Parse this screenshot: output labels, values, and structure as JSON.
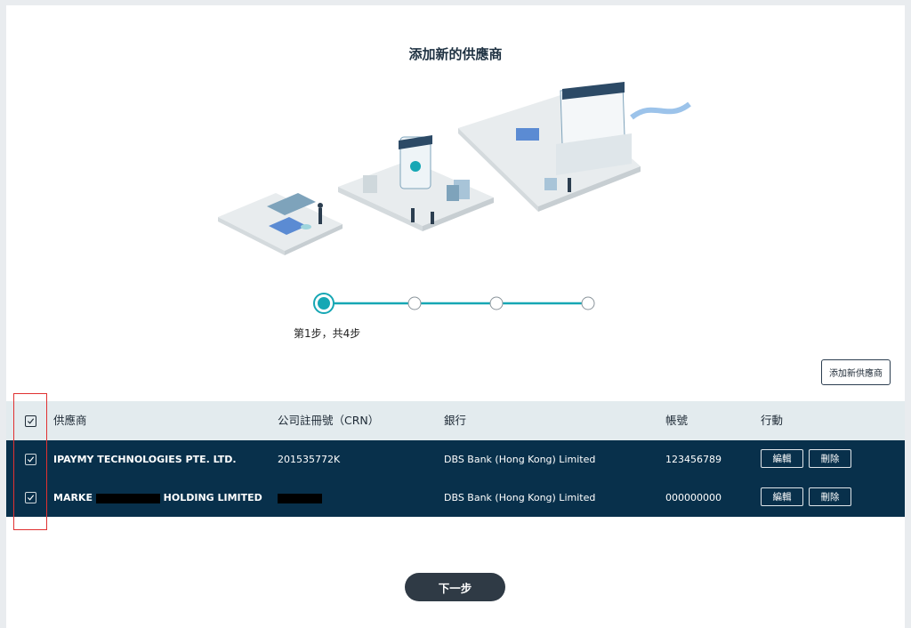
{
  "page": {
    "title": "添加新的供應商"
  },
  "stepper": {
    "caption": "第1步，共4步",
    "current": 1,
    "total": 4
  },
  "toolbar": {
    "add_label": "添加新供應商"
  },
  "table": {
    "headers": {
      "vendor": "供應商",
      "crn": "公司註冊號（CRN）",
      "bank": "銀行",
      "account": "帳號",
      "action": "行動"
    },
    "rows": [
      {
        "vendor": "IPAYMY TECHNOLOGIES PTE. LTD.",
        "crn": "201535772K",
        "bank": "DBS Bank (Hong Kong) Limited",
        "account": "123456789",
        "edit": "編輯",
        "delete": "刪除"
      },
      {
        "vendor_prefix": "MARKE",
        "vendor_suffix": "HOLDING LIMITED",
        "bank": "DBS Bank (Hong Kong) Limited",
        "account": "000000000",
        "edit": "編輯",
        "delete": "刪除"
      }
    ]
  },
  "footer": {
    "next_label": "下一步"
  },
  "colors": {
    "accent": "#16a7b4",
    "table_dark": "#08304b",
    "header_bg": "#e3ebee",
    "button_dark": "#2f3a45",
    "highlight": "#e03131"
  }
}
